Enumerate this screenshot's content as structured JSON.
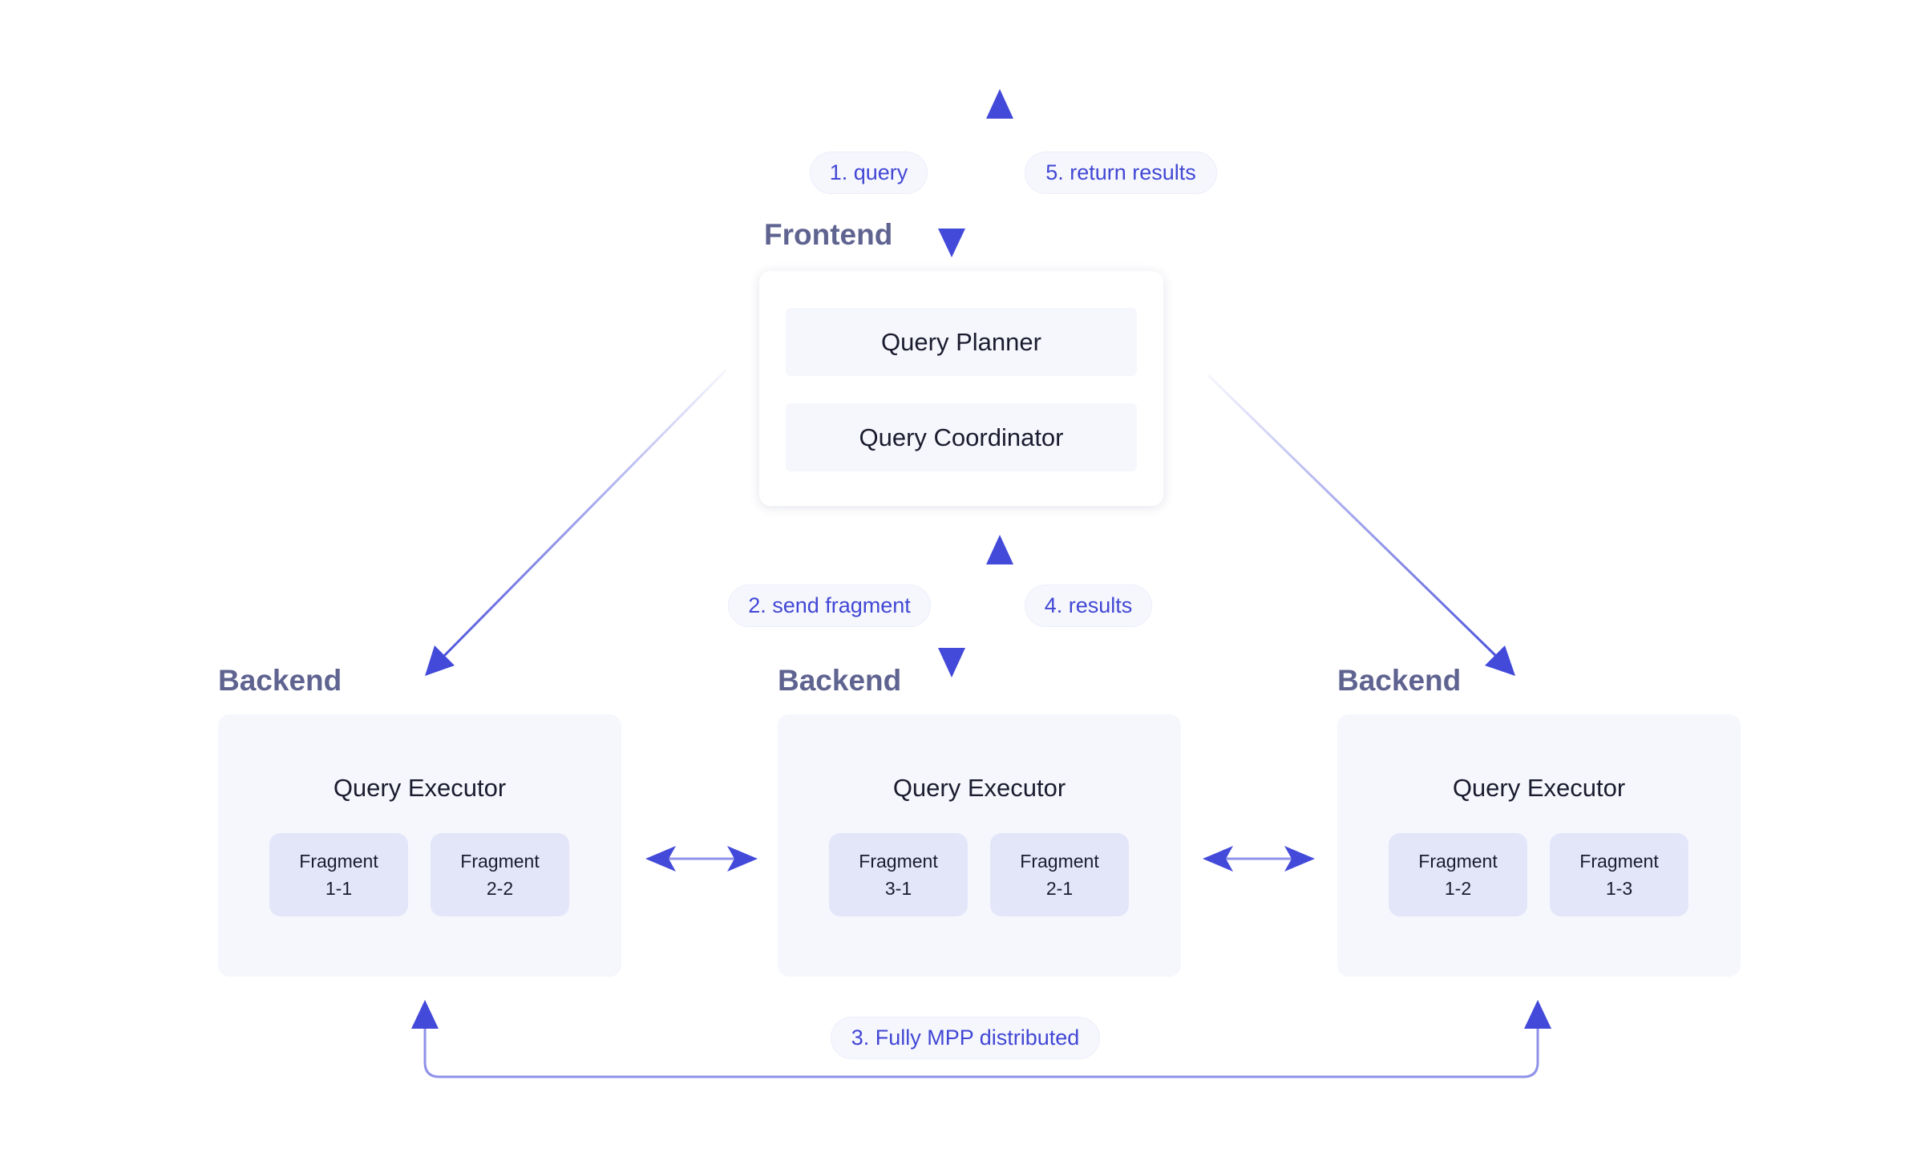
{
  "frontend": {
    "title": "Frontend",
    "planner": "Query Planner",
    "coordinator": "Query Coordinator"
  },
  "labels": {
    "query": "1. query",
    "return_results": "5. return results",
    "send_fragment": "2. send fragment",
    "results": "4. results",
    "mpp": "3. Fully MPP distributed"
  },
  "backends": [
    {
      "title": "Backend",
      "executor": "Query Executor",
      "fragments": [
        {
          "name": "Fragment",
          "id": "1-1"
        },
        {
          "name": "Fragment",
          "id": "2-2"
        }
      ]
    },
    {
      "title": "Backend",
      "executor": "Query Executor",
      "fragments": [
        {
          "name": "Fragment",
          "id": "3-1"
        },
        {
          "name": "Fragment",
          "id": "2-1"
        }
      ]
    },
    {
      "title": "Backend",
      "executor": "Query Executor",
      "fragments": [
        {
          "name": "Fragment",
          "id": "1-2"
        },
        {
          "name": "Fragment",
          "id": "1-3"
        }
      ]
    }
  ],
  "colors": {
    "arrow": "#434ad9",
    "arrow_light": "#8e92e8",
    "title": "#5f6390",
    "panel": "#f6f7fd",
    "fragment": "#e3e6f9",
    "pill_text": "#4147d4"
  }
}
